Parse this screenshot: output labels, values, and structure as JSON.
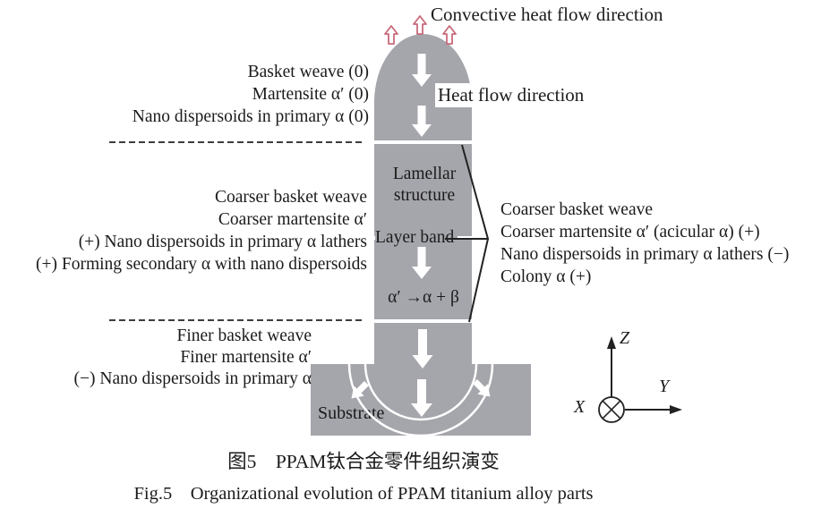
{
  "colors": {
    "body_gray": "#a5a6ac",
    "convective_arrow_pink": "#c8697a",
    "line_black": "#222222",
    "flow_arrow_white": "#ffffff"
  },
  "top": {
    "convective": "Convective heat flow direction",
    "heat_flow": "Heat flow direction"
  },
  "zones": {
    "top": {
      "lines": [
        "Basket weave (0)",
        "Martensite α′ (0)",
        "Nano dispersoids in primary α (0)"
      ]
    },
    "middle": {
      "lines": [
        "Coarser basket weave",
        "Coarser martensite α′",
        "(+) Nano dispersoids in primary α lathers",
        "(+) Forming secondary α with nano dispersoids"
      ]
    },
    "bottom": {
      "lines": [
        "Finer basket weave",
        "Finer martensite α′",
        "(−) Nano dispersoids in primary α"
      ]
    }
  },
  "column": {
    "lamellar": "Lamellar structure",
    "layer_band": "Layer band",
    "transformation": "α′ →α + β",
    "substrate": "Substrate"
  },
  "right_block": {
    "lines": [
      "Coarser basket weave",
      "Coarser martensite α′ (acicular α) (+)",
      "Nano dispersoids in primary α lathers (−)",
      "Colony α (+)"
    ]
  },
  "axes": {
    "x": "X",
    "y": "Y",
    "z": "Z"
  },
  "caption": {
    "zh": "图5　PPAM钛合金零件组织演变",
    "en": "Fig.5　Organizational evolution of PPAM titanium alloy parts"
  }
}
